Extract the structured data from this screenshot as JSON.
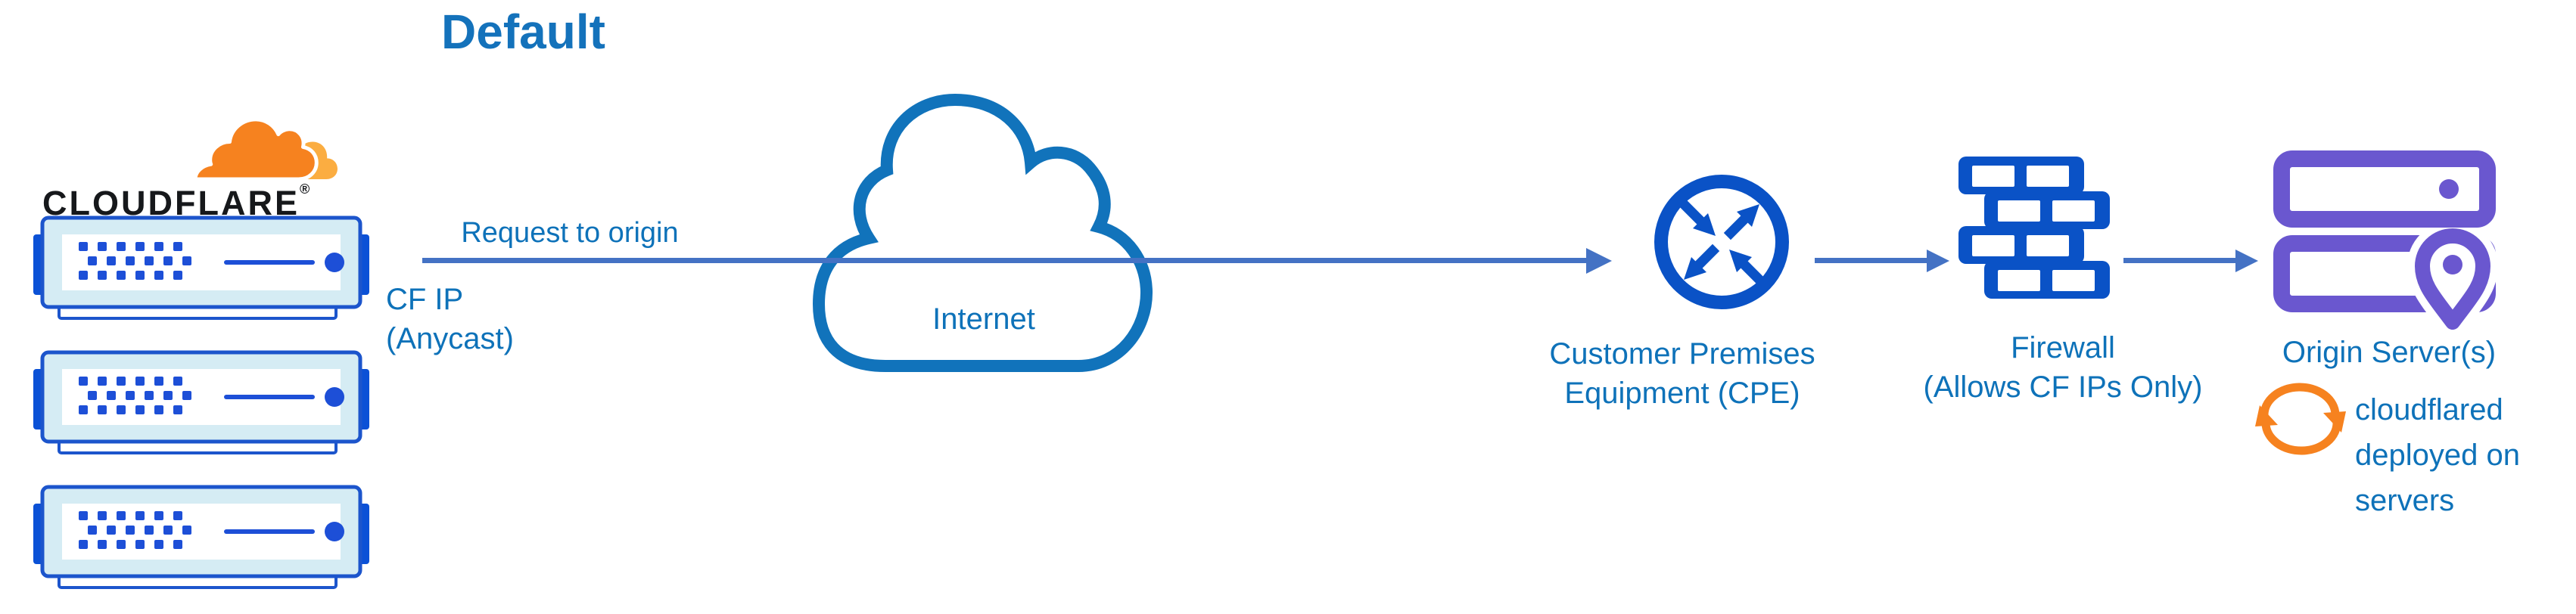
{
  "title": "Default",
  "brand": {
    "wordmark": "CLOUDFLARE",
    "registered": "®"
  },
  "labels": {
    "request": "Request to origin",
    "cfip_line1": "CF IP",
    "cfip_line2": "(Anycast)",
    "internet": "Internet",
    "cpe_line1": "Customer Premises",
    "cpe_line2": "Equipment (CPE)",
    "firewall_line1": "Firewall",
    "firewall_line2": "(Allows CF IPs Only)",
    "origin": "Origin Server(s)",
    "cloudflared_line1": "cloudflared",
    "cloudflared_line2": "deployed on",
    "cloudflared_line3": "servers"
  },
  "colors": {
    "title_blue": "#1472bb",
    "label_blue": "#0e72b9",
    "icon_blue": "#0a52c6",
    "server_border": "#1c55cc",
    "server_tab": "#0b51d6",
    "server_dot": "#1d4fd7",
    "server_fill": "#d5ecf4",
    "arrow_blue": "#4472c4",
    "cloud_stroke": "#1173bb",
    "orange": "#f6821f",
    "orange_light": "#fbad41",
    "purple": "#6a57cf",
    "wordmark_dark": "#16181b"
  }
}
